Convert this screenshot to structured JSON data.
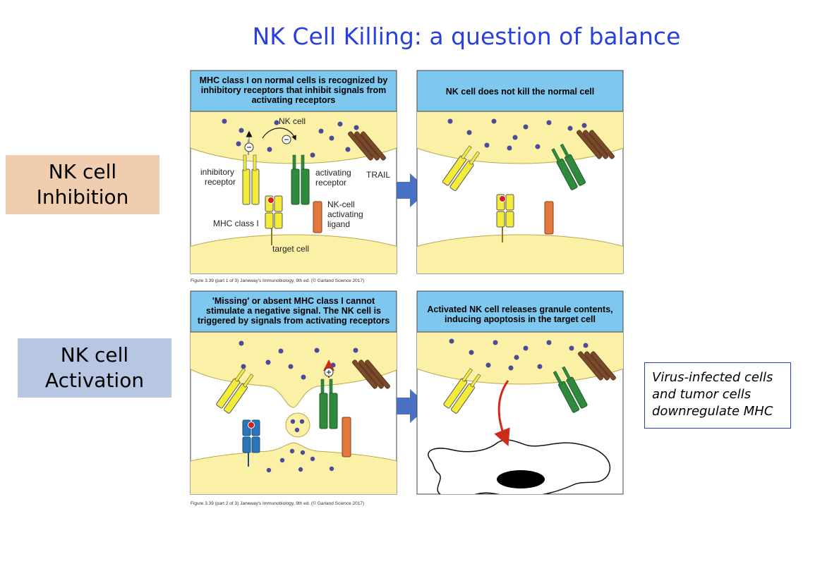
{
  "title": "NK Cell Killing: a question of balance",
  "side_labels": {
    "inhibition": [
      "NK cell",
      "Inhibition"
    ],
    "activation": [
      "NK cell",
      "Activation"
    ]
  },
  "note": [
    "Virus-infected cells",
    "and tumor cells",
    "downregulate MHC"
  ],
  "panels": {
    "p1": {
      "header": [
        "MHC class I on normal cells is recognized by",
        "inhibitory receptors that inhibit signals from",
        "activating receptors"
      ],
      "labels": {
        "nk_cell": "NK cell",
        "inhibitory": [
          "inhibitory",
          "receptor"
        ],
        "activating": [
          "activating",
          "receptor"
        ],
        "trail": "TRAIL",
        "nk_ligand": [
          "NK-cell",
          "activating",
          "ligand"
        ],
        "mhc": "MHC class I",
        "target": "target cell"
      }
    },
    "p2": {
      "header": [
        "NK cell does not kill the normal cell"
      ]
    },
    "p3": {
      "header": [
        "'Missing' or absent MHC class I cannot",
        "stimulate a negative signal. The NK cell is",
        "triggered by signals from activating receptors"
      ]
    },
    "p4": {
      "header": [
        "Activated NK cell releases granule contents,",
        "inducing apoptosis in the target cell"
      ]
    }
  },
  "captions": {
    "top": "Figure 3.39 (part 1 of 3)  Janeway's Immunobiology, 9th ed. (© Garland Science 2017)",
    "bottom": "Figure 3.39 (part 2 of 3)  Janeway's Immunobiology, 9th ed. (© Garland Science 2017)"
  },
  "colors": {
    "title": "#2a3fe0",
    "panel_header": "#7ec8ef",
    "cell_fill": "#fbf1a6",
    "granule": "#4a4a9a",
    "inhibitory_receptor": "#f3ec3a",
    "activating_receptor": "#2f8a3d",
    "trail": "#7b4a2a",
    "ligand": "#e07840",
    "mhc_blue": "#2b74b8",
    "arrow": "#4a72c4"
  }
}
